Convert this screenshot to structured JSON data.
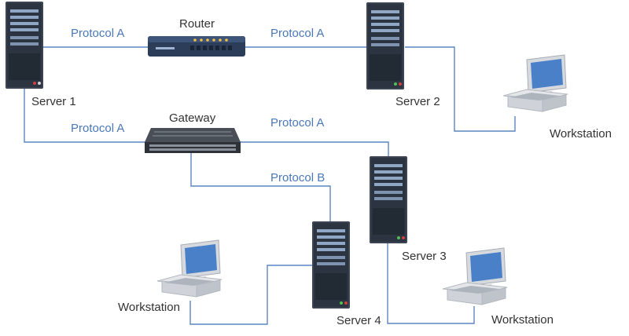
{
  "colors": {
    "link": "#5a86c2",
    "protocol_text": "#4a78b8",
    "label_text": "#333333",
    "server_body": "#2b3440",
    "server_stripe": "#8fa6c4",
    "screen": "#4a80c8"
  },
  "devices": {
    "server1": {
      "label": "Server 1",
      "icon": "server-tower-icon"
    },
    "server2": {
      "label": "Server 2",
      "icon": "server-tower-icon"
    },
    "server3": {
      "label": "Server 3",
      "icon": "server-tower-icon"
    },
    "server4": {
      "label": "Server 4",
      "icon": "server-tower-icon"
    },
    "router": {
      "label": "Router",
      "icon": "router-icon"
    },
    "gateway": {
      "label": "Gateway",
      "icon": "network-switch-icon"
    },
    "workstation1": {
      "label": "Workstation",
      "icon": "workstation-icon"
    },
    "workstation2": {
      "label": "Workstation",
      "icon": "workstation-icon"
    },
    "workstation3": {
      "label": "Workstation",
      "icon": "workstation-icon"
    }
  },
  "links": {
    "server1_router": "Protocol A",
    "router_server2": "Protocol A",
    "server1_gateway": "Protocol A",
    "gateway_server3": "Protocol A",
    "gateway_server4": "Protocol B"
  }
}
